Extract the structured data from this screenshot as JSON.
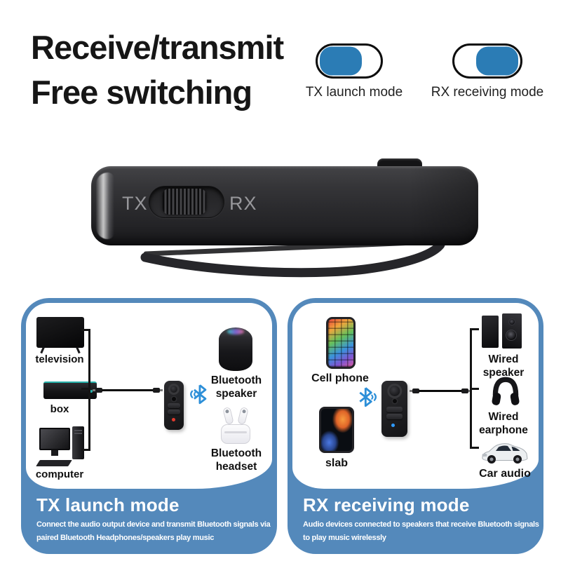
{
  "header": {
    "title_line1": "Receive/transmit",
    "title_line2": "Free switching",
    "toggles": [
      {
        "label": "TX launch mode",
        "knob_position": "left"
      },
      {
        "label": "RX receiving mode",
        "knob_position": "right"
      }
    ]
  },
  "device": {
    "switch_left": "TX",
    "switch_right": "RX"
  },
  "panels": [
    {
      "title": "TX launch mode",
      "description_line1": "Connect the audio output device and transmit Bluetooth signals via",
      "description_line2": "paired Bluetooth Headphones/speakers play music",
      "sources": [
        {
          "label": "television",
          "icon": "tv-icon"
        },
        {
          "label": "box",
          "icon": "set-top-box-icon"
        },
        {
          "label": "computer",
          "icon": "desktop-computer-icon"
        }
      ],
      "outputs": [
        {
          "label": "Bluetooth speaker",
          "icon": "smart-speaker-icon"
        },
        {
          "label": "Bluetooth headset",
          "icon": "earbuds-icon"
        }
      ]
    },
    {
      "title": "RX receiving mode",
      "description_line1": "Audio devices connected to speakers that receive Bluetooth signals",
      "description_line2": "to play music wirelessly",
      "sources": [
        {
          "label": "Cell phone",
          "icon": "smartphone-icon"
        },
        {
          "label": "slab",
          "icon": "tablet-icon"
        }
      ],
      "outputs": [
        {
          "label": "Wired speaker",
          "icon": "bookshelf-speakers-icon"
        },
        {
          "label": "Wired earphone",
          "icon": "headphones-icon"
        },
        {
          "label": "Car audio",
          "icon": "car-icon"
        }
      ]
    }
  ],
  "colors": {
    "panel_blue": "#5489bb",
    "toggle_blue": "#2b7cb5",
    "bluetooth_blue": "#2d8fd8",
    "led_tx": "#e23b2e",
    "led_rx": "#2f9bff"
  }
}
